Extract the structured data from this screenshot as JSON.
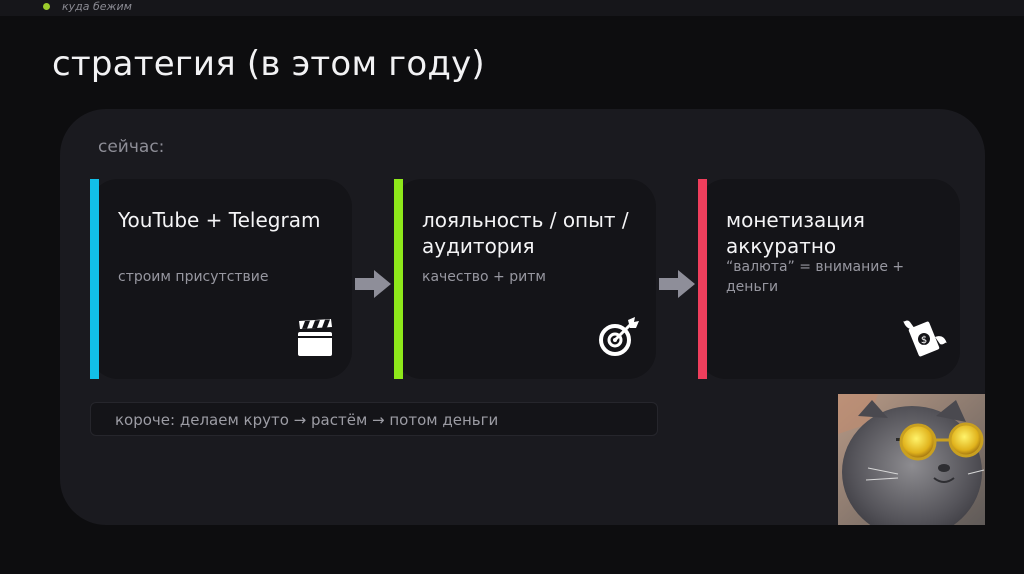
{
  "header": {
    "section_label": "куда бежим",
    "dot_color": "#9ccc2c"
  },
  "slide": {
    "title": "стратегия (в этом году)",
    "now_label": "сейчас:",
    "cards": [
      {
        "title": "YouTube + Telegram",
        "subtitle": "строим присутствие",
        "accent": "#12bfe8",
        "icon": "clapperboard-icon"
      },
      {
        "title": "лояльность / опыт / аудитория",
        "subtitle": "качество + ритм",
        "accent": "#8ee81a",
        "icon": "target-dart-icon"
      },
      {
        "title": "монетизация аккуратно",
        "subtitle": "“валюта” = внимание + деньги",
        "accent": "#ef3e5c",
        "icon": "flying-money-icon"
      }
    ],
    "summary": "короче: делаем круто → растём → потом деньги",
    "image": "cat-with-sunglasses"
  }
}
